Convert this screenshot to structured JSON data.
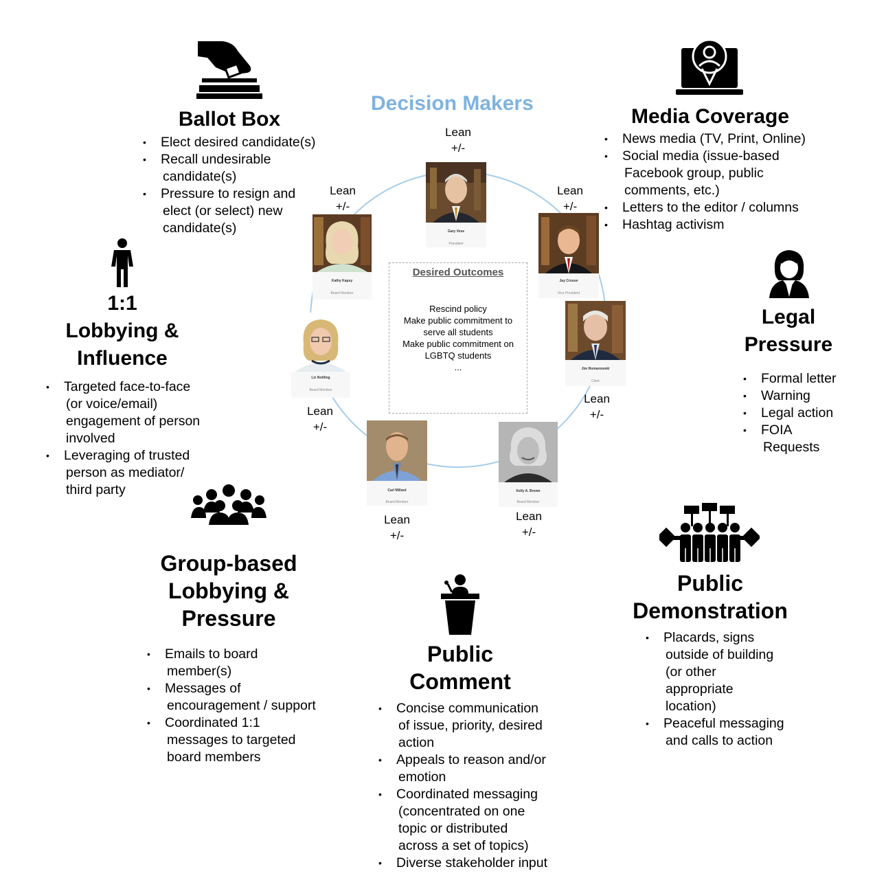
{
  "center": {
    "title": "Decision Makers",
    "outcomes_title": "Desired Outcomes",
    "outcomes": [
      "Rescind policy",
      "Make public commitment to",
      "serve all students",
      "Make public commitment on",
      "LGBTQ students",
      "..."
    ],
    "lean": "Lean",
    "pm": "+/-",
    "members": [
      {
        "name": "Gary Vose",
        "role": "President"
      },
      {
        "name": "Jay Crouse",
        "role": "Vice President"
      },
      {
        "name": "Jim Romanowski",
        "role": "Clerk"
      },
      {
        "name": "Kelly A. Brown",
        "role": "Board Member"
      },
      {
        "name": "Carl Millard",
        "role": "Board Member"
      },
      {
        "name": "Liz Nottling",
        "role": "Board Member"
      },
      {
        "name": "Kathy Kapsy",
        "role": "Board Member"
      }
    ]
  },
  "ballot": {
    "title": "Ballot Box",
    "icon": "ballot-box-icon",
    "items": [
      "Elect desired candidate(s)",
      "Recall undesirable",
      "candidate(s)",
      "Pressure to resign and",
      "elect (or select) new",
      "candidate(s)"
    ]
  },
  "media": {
    "title": "Media Coverage",
    "icon": "laptop-person-icon",
    "items": [
      "News media (TV, Print, Online)",
      "Social media (issue-based",
      "Facebook group, public",
      "comments, etc.)",
      "Letters to the editor / columns",
      "Hashtag activism"
    ]
  },
  "lobby": {
    "title1": "1:1",
    "title2": "Lobbying &",
    "title3": "Influence",
    "icon": "person-icon",
    "items": [
      "Targeted face-to-face",
      "(or voice/email)",
      "engagement of person",
      "involved",
      "Leveraging of trusted",
      "person as mediator/",
      "third party"
    ]
  },
  "legal": {
    "title1": "Legal",
    "title2": "Pressure",
    "icon": "lawyer-icon",
    "items": [
      "Formal letter",
      "Warning",
      "Legal action",
      "FOIA",
      "Requests"
    ]
  },
  "group": {
    "title1": "Group-based",
    "title2": "Lobbying &",
    "title3": "Pressure",
    "icon": "group-icon",
    "items": [
      "Emails to board",
      "member(s)",
      "Messages of",
      "encouragement / support",
      "Coordinated 1:1",
      "messages to targeted",
      "board members"
    ]
  },
  "comment": {
    "title1": "Public",
    "title2": "Comment",
    "icon": "podium-icon",
    "items": [
      "Concise communication",
      "of issue, priority, desired",
      "action",
      "Appeals to reason and/or",
      "emotion",
      "Coordinated messaging",
      "(concentrated on one",
      "topic or distributed",
      "across a set of topics)",
      "Diverse stakeholder input"
    ]
  },
  "demo": {
    "title1": "Public",
    "title2": "Demonstration",
    "icon": "protest-icon",
    "items": [
      "Placards, signs",
      "outside of building",
      "(or other",
      "appropriate",
      "location)",
      "Peaceful messaging",
      "and calls to action"
    ]
  },
  "bullet": "•"
}
